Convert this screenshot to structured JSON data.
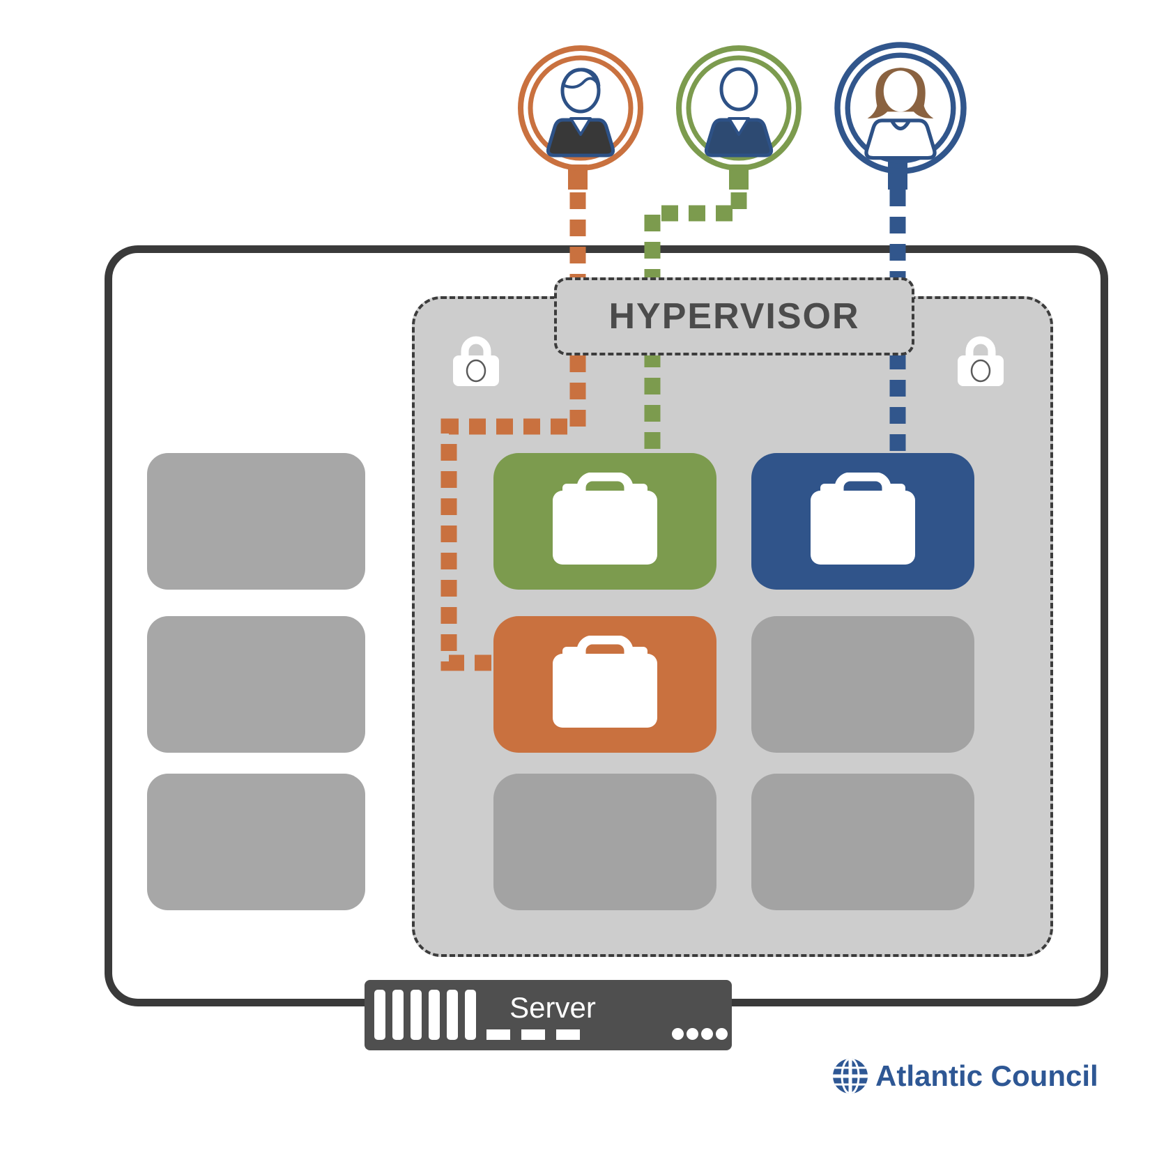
{
  "hypervisor": {
    "label": "HYPERVISOR"
  },
  "server": {
    "label": "Server"
  },
  "brand": {
    "name": "Atlantic Council",
    "color": "#2e5794",
    "icon": "globe-icon"
  },
  "users": [
    {
      "icon": "user-icon",
      "ring_color": "#c9713f",
      "torso_color": "#383838",
      "connector_color": "#c9713f"
    },
    {
      "icon": "user-icon",
      "ring_color": "#7c9b4e",
      "torso_color": "#2d4a72",
      "connector_color": "#7c9b4e"
    },
    {
      "icon": "woman-user-icon",
      "ring_color": "#31568c",
      "torso_color": "#ffffff",
      "hair_color": "#8a6240",
      "connector_color": "#31568c"
    }
  ],
  "security": {
    "icon": "lock-icon",
    "count": 2
  },
  "vm_slots": [
    {
      "row": 1,
      "col": 1,
      "color": "#7c9b4e",
      "icon": "briefcase-icon"
    },
    {
      "row": 1,
      "col": 2,
      "color": "#30548a",
      "icon": "briefcase-icon"
    },
    {
      "row": 2,
      "col": 1,
      "color": "#c9713f",
      "icon": "briefcase-icon"
    },
    {
      "row": 2,
      "col": 2,
      "color": "#a3a3a3",
      "icon": null
    },
    {
      "row": 3,
      "col": 1,
      "color": "#a3a3a3",
      "icon": null
    },
    {
      "row": 3,
      "col": 2,
      "color": "#a3a3a3",
      "icon": null
    }
  ],
  "host_resource_boxes": {
    "count": 3,
    "color": "#a7a7a7"
  },
  "colors": {
    "panel": "#cdcdcd",
    "outline": "#3a3a3a",
    "server_bar": "#4f4f4f"
  }
}
